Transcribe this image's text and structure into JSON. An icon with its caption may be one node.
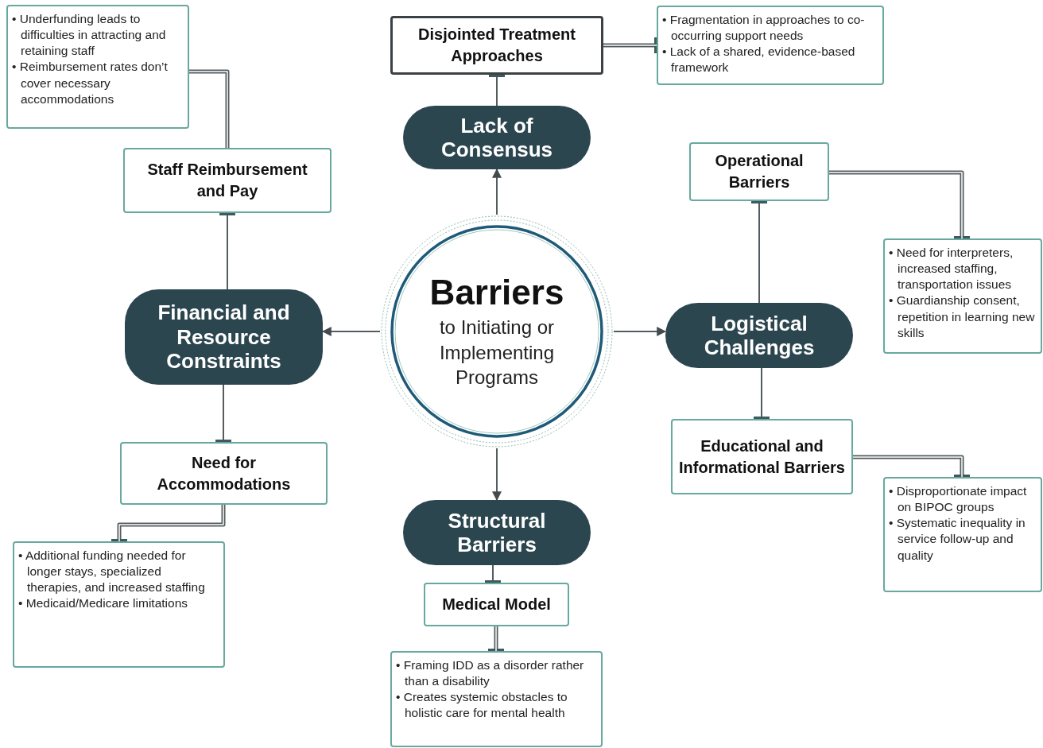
{
  "diagram": {
    "nodes": [
      {
        "text": [
          "Barriers",
          "to Initiating or Implementing Programs"
        ]
      },
      {
        "text": [
          "Lack of Consensus"
        ]
      },
      {
        "text": [
          "Disjointed Treatment Approaches"
        ]
      },
      {
        "text": [
          "• Fragmentation in approaches to co-occurring support needs",
          "• Lack of a shared, evidence-based framework"
        ]
      },
      {
        "text": [
          "Financial and Resource Constraints"
        ]
      },
      {
        "text": [
          "Staff Reimbursement and Pay"
        ]
      },
      {
        "text": [
          "• Underfunding leads to difficulties in attracting and retaining staff",
          "• Reimbursement rates don’t cover necessary accommodations"
        ]
      },
      {
        "text": [
          "Need for Accommodations"
        ]
      },
      {
        "text": [
          "• Additional funding needed for longer stays, specialized therapies, and increased staffing",
          "• Medicaid/Medicare limitations"
        ]
      },
      {
        "text": [
          "Logistical Challenges"
        ]
      },
      {
        "text": [
          "Operational Barriers"
        ]
      },
      {
        "text": [
          "• Need for interpreters, increased staffing, transportation issues",
          "• Guardianship consent, repetition in learning new skills"
        ]
      },
      {
        "text": [
          "Educational and Informational Barriers"
        ]
      },
      {
        "text": [
          "• Disproportionate impact on BIPOC groups",
          "• Systematic inequality in service follow-up and quality"
        ]
      },
      {
        "text": [
          "Structural Barriers"
        ]
      },
      {
        "text": [
          "Medical Model"
        ]
      },
      {
        "text": [
          "• Framing IDD as a disorder rather than a disability",
          "• Creates systemic obstacles to holistic care for mental health"
        ]
      }
    ],
    "edges": [
      {
        "from": 0,
        "to": 1,
        "arrow": "to"
      },
      {
        "from": 0,
        "to": 4,
        "arrow": "to"
      },
      {
        "from": 0,
        "to": 9,
        "arrow": "to"
      },
      {
        "from": 0,
        "to": 14,
        "arrow": "to"
      },
      {
        "from": 1,
        "to": 2,
        "arrow": "other"
      },
      {
        "from": 2,
        "to": 3,
        "arrow": "other",
        "style": "thick"
      },
      {
        "from": 4,
        "to": 5,
        "arrow": "other"
      },
      {
        "from": 5,
        "to": 6,
        "arrow": "none",
        "style": "thick"
      },
      {
        "from": 4,
        "to": 7,
        "arrow": "other"
      },
      {
        "from": 7,
        "to": 8,
        "arrow": "other",
        "style": "thick"
      },
      {
        "from": 9,
        "to": 10,
        "arrow": "other"
      },
      {
        "from": 10,
        "to": 11,
        "arrow": "other",
        "style": "thick"
      },
      {
        "from": 9,
        "to": 12,
        "arrow": "other"
      },
      {
        "from": 12,
        "to": 13,
        "arrow": "other",
        "style": "thick"
      },
      {
        "from": 14,
        "to": 15,
        "arrow": "other"
      },
      {
        "from": 15,
        "to": 16,
        "arrow": "other",
        "style": "thick"
      }
    ]
  }
}
